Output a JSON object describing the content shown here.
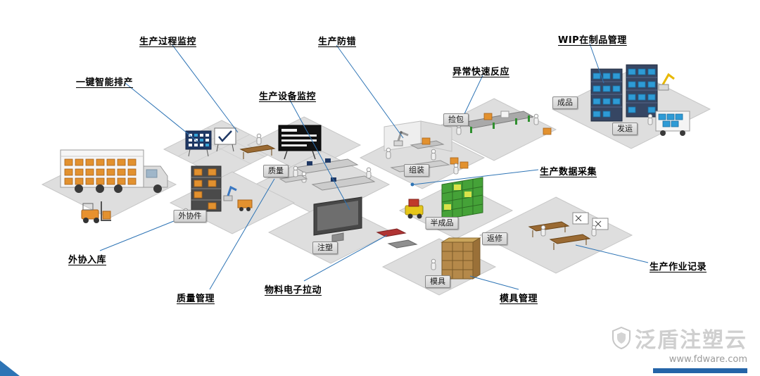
{
  "callouts": [
    {
      "id": "one-click-scheduling",
      "text": "一键智能排产"
    },
    {
      "id": "production-process-monitoring",
      "text": "生产过程监控"
    },
    {
      "id": "production-error-proofing",
      "text": "生产防错"
    },
    {
      "id": "equipment-monitoring",
      "text": "生产设备监控"
    },
    {
      "id": "abnormal-quick-response",
      "text": "异常快速反应"
    },
    {
      "id": "wip-management",
      "text": "WIP在制品管理"
    },
    {
      "id": "production-data-collection",
      "text": "生产数据采集"
    },
    {
      "id": "outsourcing-inbound",
      "text": "外协入库"
    },
    {
      "id": "quality-management",
      "text": "质量管理"
    },
    {
      "id": "material-electronic-pulling",
      "text": "物料电子拉动"
    },
    {
      "id": "mold-management",
      "text": "模具管理"
    },
    {
      "id": "production-operation-records",
      "text": "生产作业记录"
    }
  ],
  "stations": [
    {
      "id": "quality",
      "text": "质量"
    },
    {
      "id": "outsourced-parts",
      "text": "外协件"
    },
    {
      "id": "injection-molding",
      "text": "注塑"
    },
    {
      "id": "assembly",
      "text": "组装"
    },
    {
      "id": "picking-packing",
      "text": "捡包"
    },
    {
      "id": "finished-goods",
      "text": "成品"
    },
    {
      "id": "shipping",
      "text": "发运"
    },
    {
      "id": "semi-finished",
      "text": "半成品"
    },
    {
      "id": "rework",
      "text": "返修"
    },
    {
      "id": "mold",
      "text": "模具"
    }
  ],
  "watermark": {
    "brand": "泛盾注塑云",
    "website": "www.fdware.com"
  },
  "colors": {
    "connector_line": "#2e74b5",
    "accent_bar": "#2464a8",
    "corner_triangle": "#2e74b5",
    "floor": "#dedede",
    "orange_box": "#e2912f",
    "blue_box": "#2e9bd6",
    "green_rack": "#45a238",
    "navy_rack": "#364663"
  }
}
